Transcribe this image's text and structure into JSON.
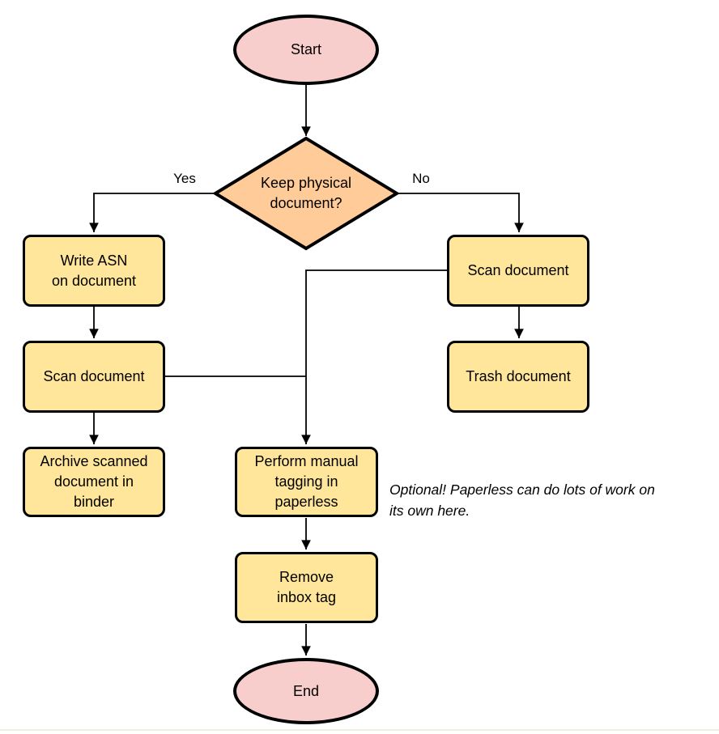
{
  "flowchart": {
    "nodes": {
      "start": {
        "label": "Start",
        "type": "terminator"
      },
      "decision": {
        "label": "Keep physical\ndocument?",
        "type": "decision"
      },
      "write_asn": {
        "label": "Write ASN\non document",
        "type": "process"
      },
      "scan_left": {
        "label": "Scan document",
        "type": "process"
      },
      "archive": {
        "label": "Archive scanned\ndocument in\nbinder",
        "type": "process"
      },
      "scan_right": {
        "label": "Scan document",
        "type": "process"
      },
      "trash": {
        "label": "Trash document",
        "type": "process"
      },
      "tagging": {
        "label": "Perform manual\ntagging in\npaperless",
        "type": "process"
      },
      "remove_inbox": {
        "label": "Remove\ninbox tag",
        "type": "process"
      },
      "end": {
        "label": "End",
        "type": "terminator"
      }
    },
    "edge_labels": {
      "yes": "Yes",
      "no": "No"
    },
    "annotation": "Optional! Paperless can do lots of work on\nits own here.",
    "colors": {
      "terminator_fill": "#F8CECC",
      "decision_fill": "#FFCC99",
      "process_fill": "#FFE69A",
      "stroke": "#000000"
    }
  }
}
